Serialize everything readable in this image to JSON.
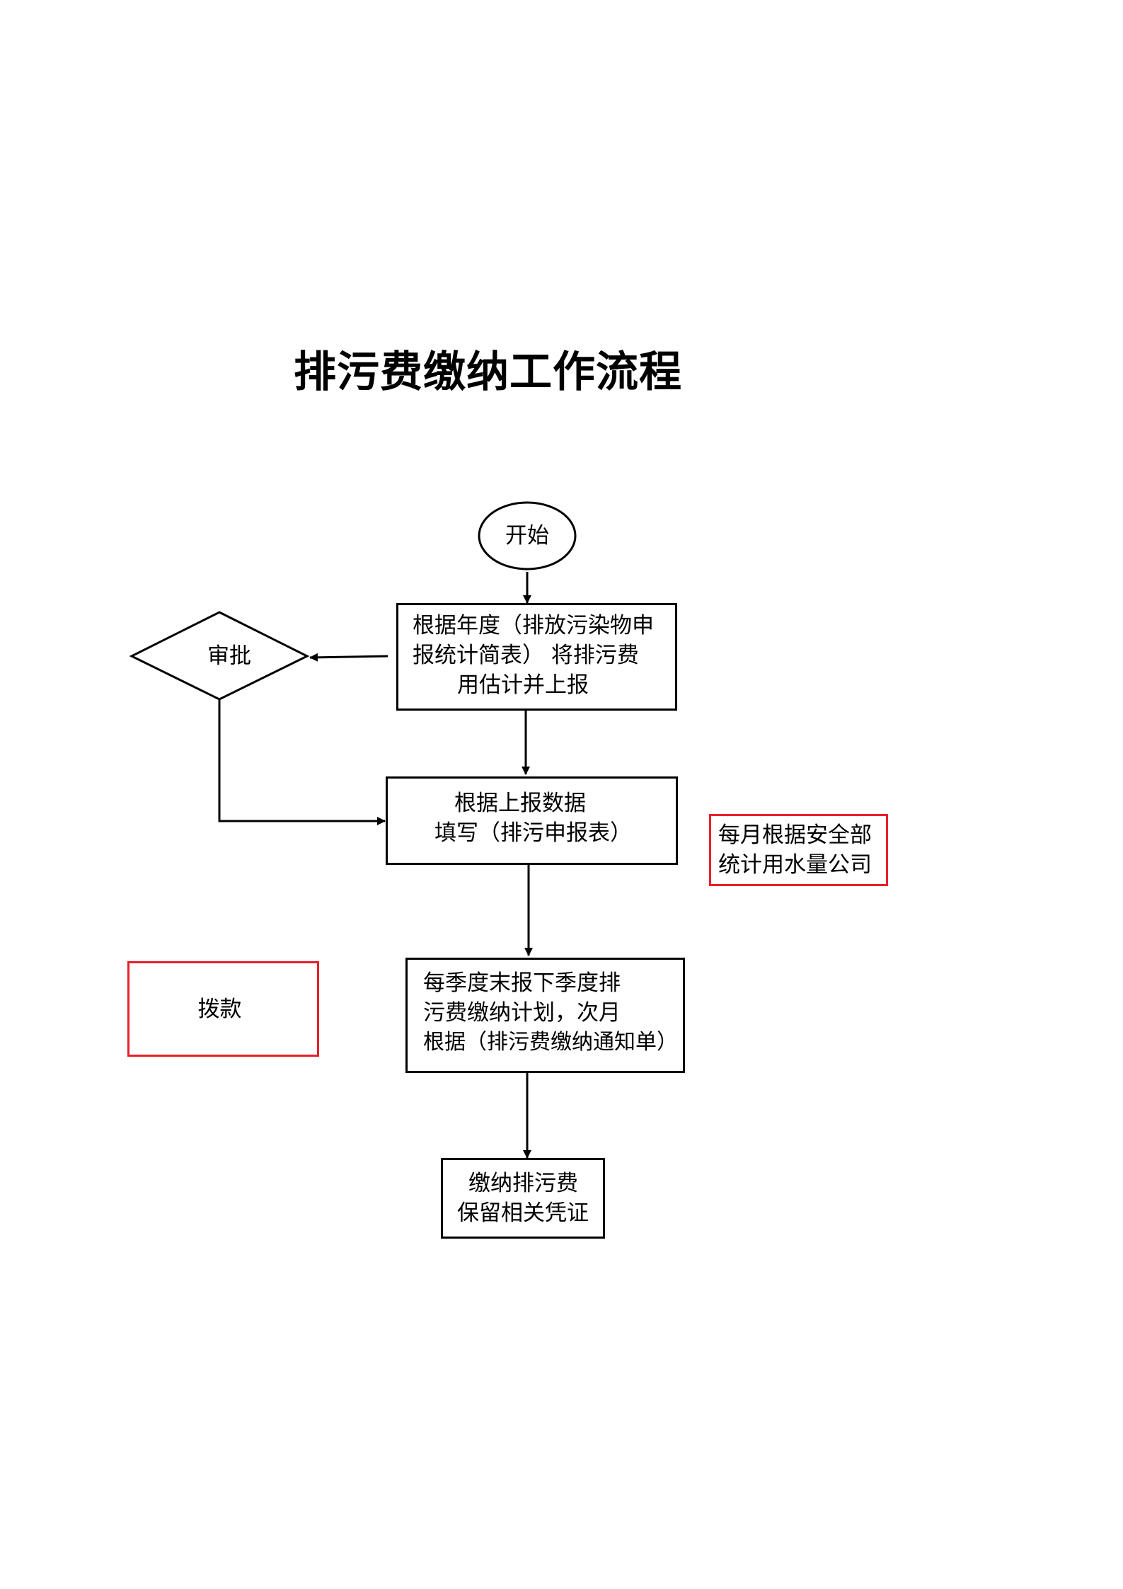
{
  "title": "排污费缴纳工作流程",
  "nodes": {
    "start": {
      "label": "开始"
    },
    "estimate": {
      "lines": [
        "根据年度（排放污染物申",
        "报统计简表）  将排污费",
        "用估计并上报"
      ]
    },
    "approve": {
      "label": "审批"
    },
    "fill_form": {
      "lines": [
        "根据上报数据",
        "填写（排污申报表）"
      ]
    },
    "monthly_note": {
      "lines": [
        "每月根据安全部",
        "统计用水量公司"
      ]
    },
    "quarterly_plan": {
      "lines": [
        "每季度末报下季度排",
        "污费缴纳计划，次月",
        "根据（排污费缴纳通知单）"
      ]
    },
    "payment": {
      "label": "拨款"
    },
    "pay_fee": {
      "lines": [
        "缴纳排污费",
        "保留相关凭证"
      ]
    }
  },
  "colors": {
    "line": "#000000",
    "highlight_border": "#e8202a"
  },
  "edges": [
    [
      "start",
      "estimate"
    ],
    [
      "estimate",
      "approve"
    ],
    [
      "approve",
      "fill_form"
    ],
    [
      "estimate",
      "fill_form"
    ],
    [
      "fill_form",
      "quarterly_plan"
    ],
    [
      "quarterly_plan",
      "pay_fee"
    ]
  ]
}
